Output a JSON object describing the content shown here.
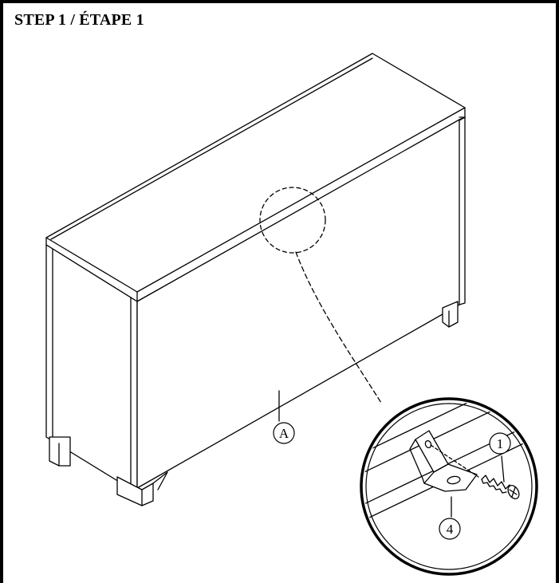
{
  "step": {
    "title": "STEP 1 / ÉTAPE 1"
  },
  "labels": {
    "panel": "A",
    "screw": "1",
    "bracket": "4"
  },
  "colors": {
    "line": "#000000",
    "background": "#ffffff"
  }
}
